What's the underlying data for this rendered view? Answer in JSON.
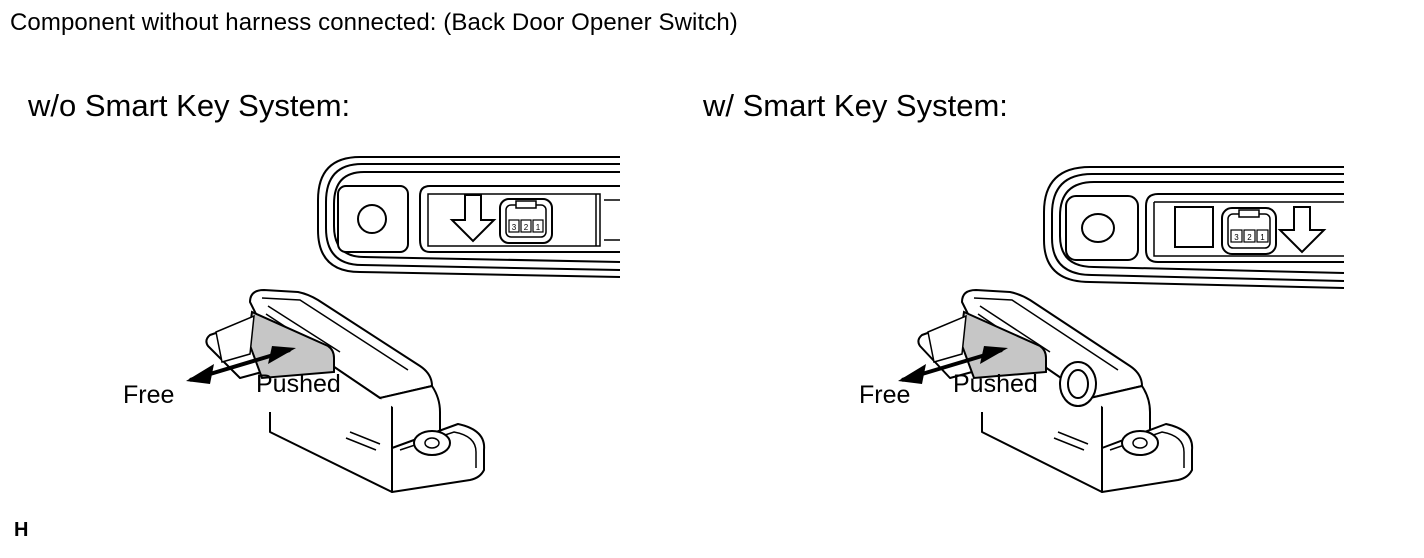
{
  "title": "Component without harness connected: (Back Door Opener Switch)",
  "panels": {
    "left": {
      "heading": "w/o Smart Key System:",
      "free_label": "Free",
      "pushed_label": "Pushed",
      "connector_pins": [
        "3",
        "2",
        "1"
      ]
    },
    "right": {
      "heading": "w/ Smart Key System:",
      "free_label": "Free",
      "pushed_label": "Pushed",
      "connector_pins": [
        "3",
        "2",
        "1"
      ]
    }
  },
  "figure_id": "H",
  "colors": {
    "line": "#000000",
    "button_fill": "#c6c6c6",
    "background": "#ffffff"
  }
}
